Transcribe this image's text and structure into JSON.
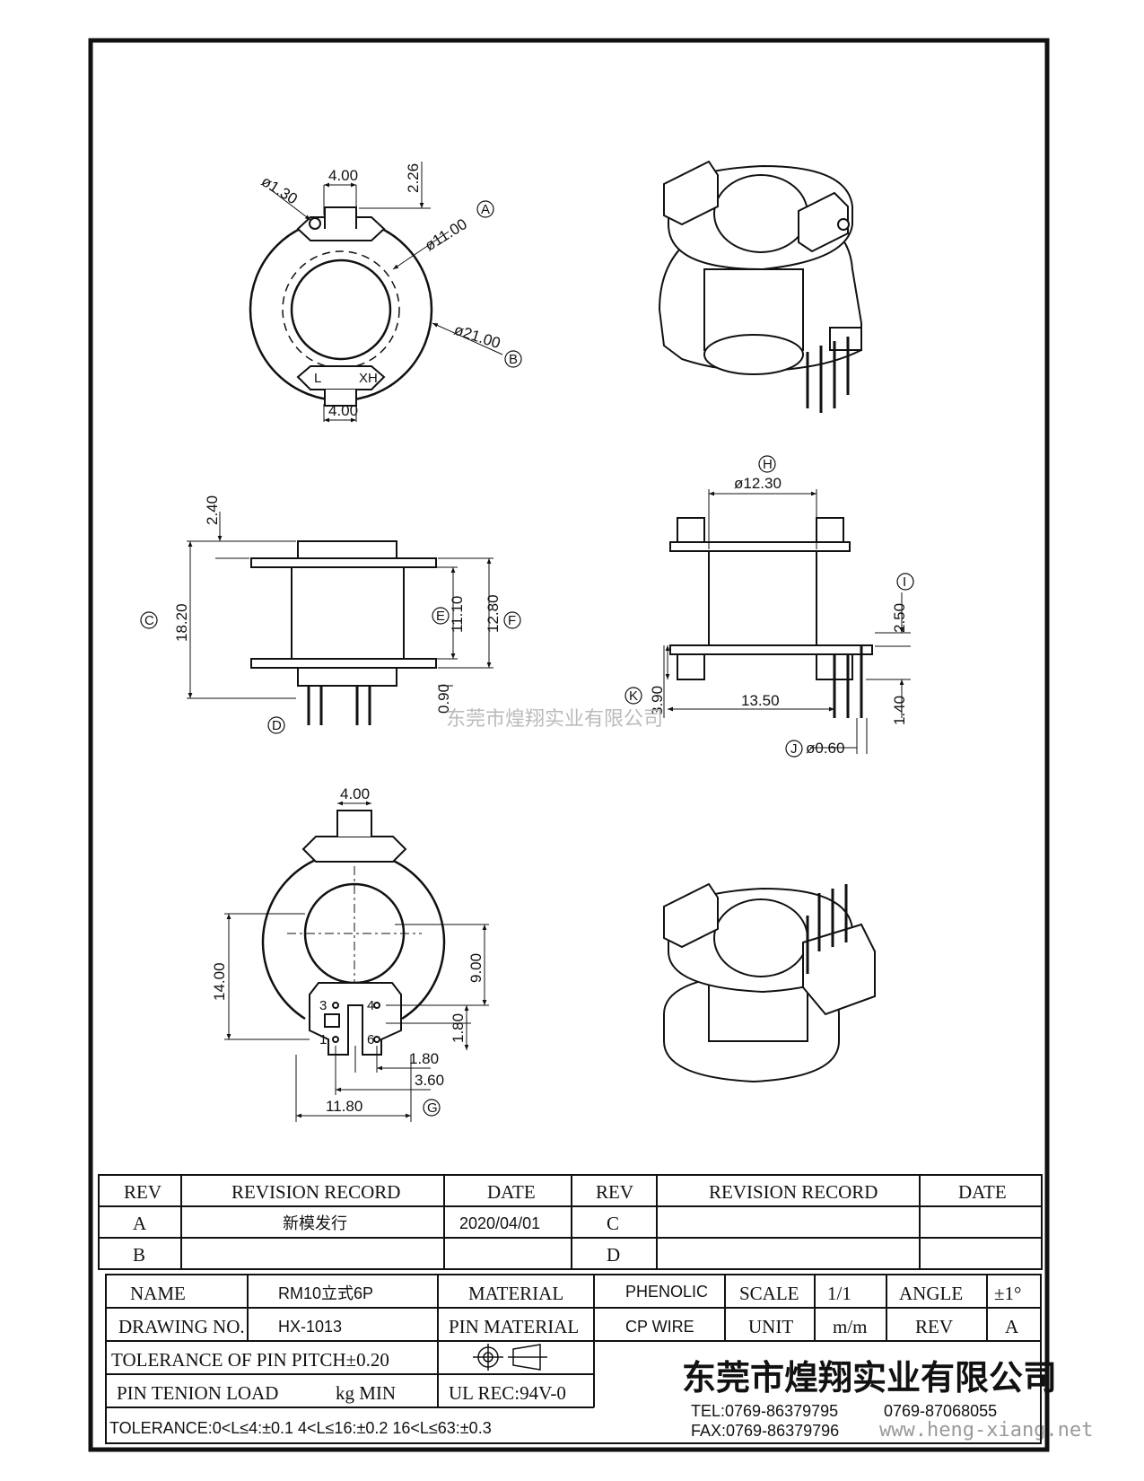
{
  "dims": {
    "top_slot_width": "4.00",
    "top_slot_depth": "2.26",
    "top_hole_dia": "ø1.30",
    "top_inner_dia": "ø11.00",
    "top_outer_dia": "ø21.00",
    "bottom_slot_width": "4.00",
    "side_flange": "2.40",
    "side_total": "18.20",
    "side_winding": "11.10",
    "side_between": "12.80",
    "side_pin_base": "0.90",
    "front_core_dia": "ø12.30",
    "front_base_h": "2.50",
    "front_base_t": "3.90",
    "front_pin_span": "13.50",
    "front_pin_len": "1.40",
    "front_pin_dia": "ø0.60",
    "bot_slot_width": "4.00",
    "bot_center_h": "9.00",
    "bot_total_h": "14.00",
    "bot_pitch_small": "1.80",
    "bot_pitch_v": "1.80",
    "bot_pitch_large": "3.60",
    "bot_base_w": "11.80"
  },
  "markers": {
    "A": "A",
    "B": "B",
    "C": "C",
    "D": "D",
    "E": "E",
    "F": "F",
    "G": "G",
    "H": "H",
    "I": "I",
    "J": "J",
    "K": "K"
  },
  "part_marks": {
    "left": "L",
    "right": "XH"
  },
  "pin_labels": {
    "p1": "1",
    "p3": "3",
    "p4": "4",
    "p6": "6"
  },
  "watermark_cn": "东莞市煌翔实业有限公司",
  "watermark_url": "www.heng-xiang.net",
  "revision": {
    "headers": [
      "REV",
      "REVISION RECORD",
      "DATE",
      "REV",
      "REVISION RECORD",
      "DATE"
    ],
    "rows": [
      [
        "A",
        "新模发行",
        "2020/04/01",
        "C",
        "",
        ""
      ],
      [
        "B",
        "",
        "",
        "D",
        "",
        ""
      ]
    ]
  },
  "title_block": {
    "name_label": "NAME",
    "name_value": "RM10立式6P",
    "material_label": "MATERIAL",
    "material_value": "PHENOLIC",
    "scale_label": "SCALE",
    "scale_value": "1/1",
    "angle_label": "ANGLE",
    "angle_value": "±1°",
    "drawing_no_label": "DRAWING NO.",
    "drawing_no_value": "HX-1013",
    "pin_material_label": "PIN MATERIAL",
    "pin_material_value": "CP WIRE",
    "unit_label": "UNIT",
    "unit_value": "m/m",
    "rev_label": "REV",
    "rev_value": "A",
    "tolerance_pitch": "TOLERANCE OF PIN PITCH±0.20",
    "pin_tension": "PIN TENION LOAD",
    "pin_tension_unit": "kg MIN",
    "ul": "UL REC:94V-0",
    "tolerance": "TOLERANCE:0<L≤4:±0.1  4<L≤16:±0.2  16<L≤63:±0.3",
    "company": "东莞市煌翔实业有限公司",
    "tel": "TEL:0769-86379795",
    "tel2": "0769-87068055",
    "fax": "FAX:0769-86379796"
  }
}
